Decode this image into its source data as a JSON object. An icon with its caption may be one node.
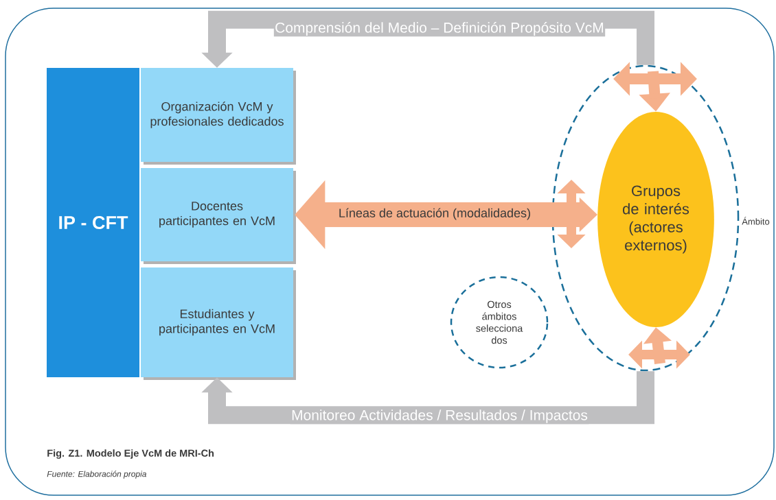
{
  "diagram": {
    "caption": "Fig. Z1. Modelo  Eje VcM de MRI-Ch",
    "nodes": [
      {
        "text": [
          "IP - CFT"
        ]
      },
      {
        "text": [
          "Organización VcM y profesionales dedicados"
        ]
      },
      {
        "text": [
          "Docentes participantes en VcM"
        ]
      },
      {
        "text": [
          "Estudiantes y participantes en VcM"
        ]
      },
      {
        "text": [
          "Ámbito"
        ]
      },
      {
        "text": [
          "Grupos de interés (actores externos)"
        ],
        "in": 4
      },
      {
        "text": [
          "Otros ámbitos selecciona dos"
        ]
      }
    ],
    "edges": [
      {
        "from": 4,
        "to": 1,
        "arrow": "to",
        "label": "Comprensión del Medio – Definición Propósito VcM",
        "color": "#bfbfc1"
      },
      {
        "from": 5,
        "to": 2,
        "arrow": "both",
        "label": "Líneas de actuación (modalidades)"
      },
      {
        "from": null,
        "to": 5,
        "arrow": "to"
      },
      {
        "from": null,
        "to": 5,
        "arrow": "to"
      },
      {
        "from": 4,
        "to": 3,
        "arrow": "to",
        "label": "Monitoreo Actividades / Resultados / Impactos",
        "color": "#bfbfc1"
      }
    ],
    "labels": [
      "Fuente: Elaboración propia"
    ]
  }
}
